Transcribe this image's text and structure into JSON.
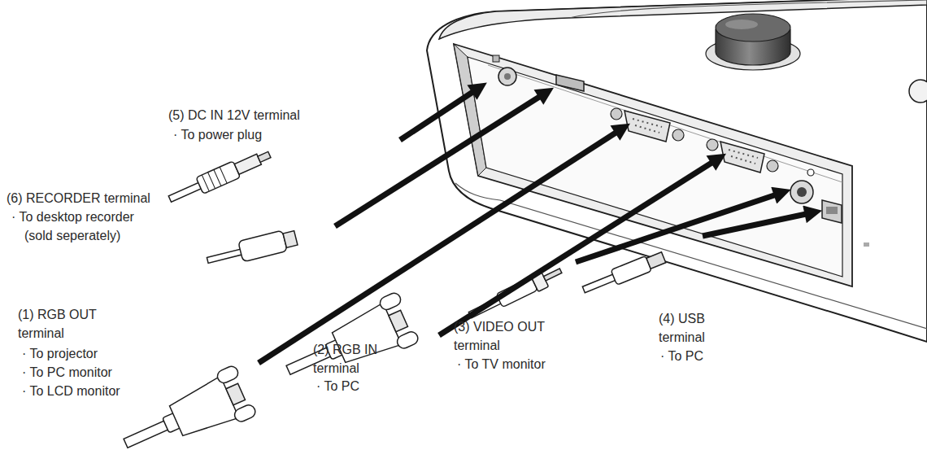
{
  "diagram": {
    "labels": [
      "(5) DC IN 12V terminal",
      "· To power plug",
      "(6) RECORDER terminal",
      "· To desktop recorder",
      "(sold seperately)",
      "(1) RGB OUT terminal",
      "· To projector",
      "· To PC monitor",
      "· To LCD monitor",
      "(2) RGB IN terminal",
      "· To PC",
      "(3) VIDEO OUT terminal",
      "· To TV monitor",
      "(4) USB terminal",
      "· To PC"
    ]
  }
}
